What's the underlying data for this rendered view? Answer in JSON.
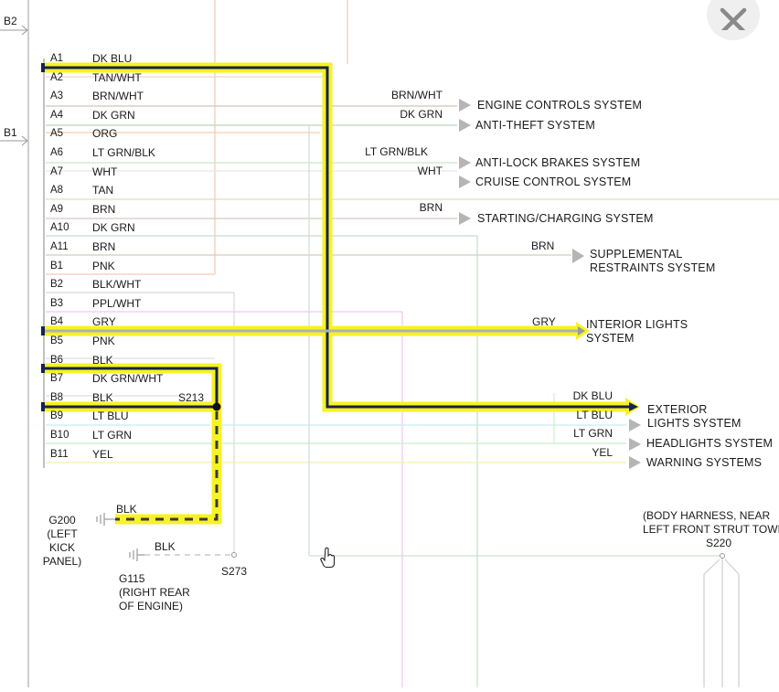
{
  "page_refs": {
    "b2": "B2",
    "b1": "B1"
  },
  "connector": {
    "pins": [
      {
        "pin": "A1",
        "color": "DK BLU"
      },
      {
        "pin": "A2",
        "color": "TAN/WHT"
      },
      {
        "pin": "A3",
        "color": "BRN/WHT"
      },
      {
        "pin": "A4",
        "color": "DK GRN"
      },
      {
        "pin": "A5",
        "color": "ORG"
      },
      {
        "pin": "A6",
        "color": "LT GRN/BLK"
      },
      {
        "pin": "A7",
        "color": "WHT"
      },
      {
        "pin": "A8",
        "color": "TAN"
      },
      {
        "pin": "A9",
        "color": "BRN"
      },
      {
        "pin": "A10",
        "color": "DK GRN"
      },
      {
        "pin": "A11",
        "color": "BRN"
      },
      {
        "pin": "B1",
        "color": "PNK"
      },
      {
        "pin": "B2",
        "color": "BLK/WHT"
      },
      {
        "pin": "B3",
        "color": "PPL/WHT"
      },
      {
        "pin": "B4",
        "color": "GRY"
      },
      {
        "pin": "B5",
        "color": "PNK"
      },
      {
        "pin": "B6",
        "color": "BLK"
      },
      {
        "pin": "B7",
        "color": "DK GRN/WHT"
      },
      {
        "pin": "B8",
        "color": "BLK"
      },
      {
        "pin": "B9",
        "color": "LT BLU"
      },
      {
        "pin": "B10",
        "color": "LT GRN"
      },
      {
        "pin": "B11",
        "color": "YEL"
      }
    ]
  },
  "destinations": [
    {
      "wire": "BRN/WHT",
      "system": "ENGINE CONTROLS SYSTEM"
    },
    {
      "wire": "DK GRN",
      "system": "ANTI-THEFT SYSTEM"
    },
    {
      "wire": "LT GRN/BLK",
      "system": "ANTI-LOCK BRAKES SYSTEM"
    },
    {
      "wire": "WHT",
      "system": "CRUISE CONTROL SYSTEM"
    },
    {
      "wire": "BRN",
      "system": "STARTING/CHARGING SYSTEM"
    },
    {
      "wire": "BRN",
      "system": "SUPPLEMENTAL\nRESTRAINTS SYSTEM"
    },
    {
      "wire": "GRY",
      "system": "INTERIOR LIGHTS\nSYSTEM"
    },
    {
      "wire": "DK BLU",
      "system": "EXTERIOR\nLIGHTS SYSTEM"
    },
    {
      "wire": "LT BLU",
      "system": ""
    },
    {
      "wire": "LT GRN",
      "system": "HEADLIGHTS SYSTEM"
    },
    {
      "wire": "YEL",
      "system": "WARNING SYSTEMS"
    }
  ],
  "splice_s213": "S213",
  "ground_g200": {
    "wire": "BLK",
    "label": "G200\n(LEFT\nKICK\nPANEL)"
  },
  "ground_g115": {
    "wire": "BLK",
    "label": "G115\n(RIGHT REAR\nOF ENGINE)"
  },
  "splice_s273": "S273",
  "splice_s220": {
    "label": "(BODY HARNESS, NEAR\nLEFT FRONT STRUT TOWER)",
    "id": "S220"
  },
  "colors": {
    "highlight": "#f7f223",
    "active_wire": "#14234f",
    "ground_dash": "#3a3a3a",
    "inactive": "#cfcfcf"
  },
  "icons": {
    "close": "close-icon",
    "cursor": "hand-pointer-icon",
    "arrow": "triangle-arrow-icon"
  }
}
